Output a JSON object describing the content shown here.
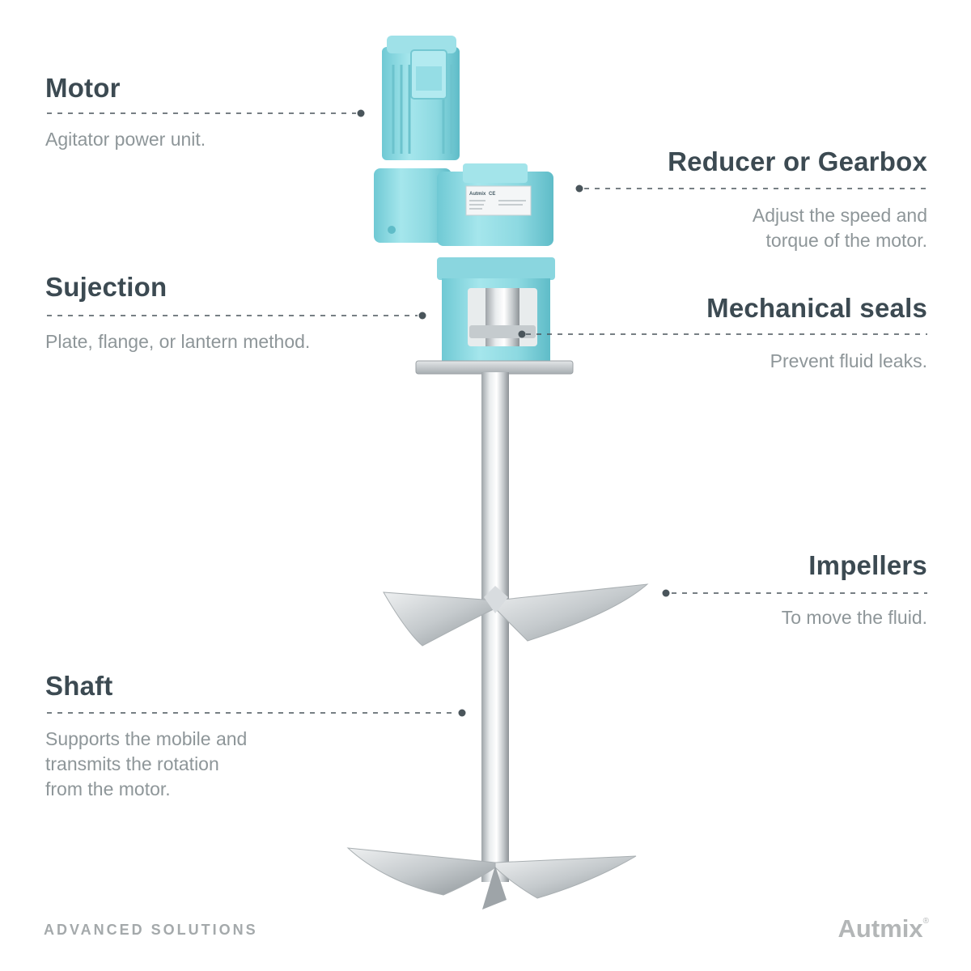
{
  "callouts": {
    "motor": {
      "title": "Motor",
      "desc": "Agitator power unit."
    },
    "reducer": {
      "title": "Reducer or Gearbox",
      "desc_line1": "Adjust the speed and",
      "desc_line2": "torque of the motor."
    },
    "sujection": {
      "title": "Sujection",
      "desc": "Plate, flange, or lantern method."
    },
    "seals": {
      "title": "Mechanical seals",
      "desc": "Prevent fluid leaks."
    },
    "impellers": {
      "title": "Impellers",
      "desc": "To move the fluid."
    },
    "shaft": {
      "title": "Shaft",
      "desc_line1": "Supports the mobile and",
      "desc_line2": "transmits the rotation",
      "desc_line3": "from the motor."
    }
  },
  "footer": {
    "tagline": "ADVANCED SOLUTIONS",
    "brand": "Autmix",
    "trademark": "®"
  },
  "colors": {
    "equipment_body": "#8fd8e0",
    "equipment_shadow": "#5fbcc8",
    "steel": "#c9cdd0",
    "leader_line": "#4a555b",
    "title_text": "#3c4a52",
    "desc_text": "#8e9699"
  },
  "product_label": {
    "brand_mark": "Autmix",
    "cert_mark": "CE"
  }
}
